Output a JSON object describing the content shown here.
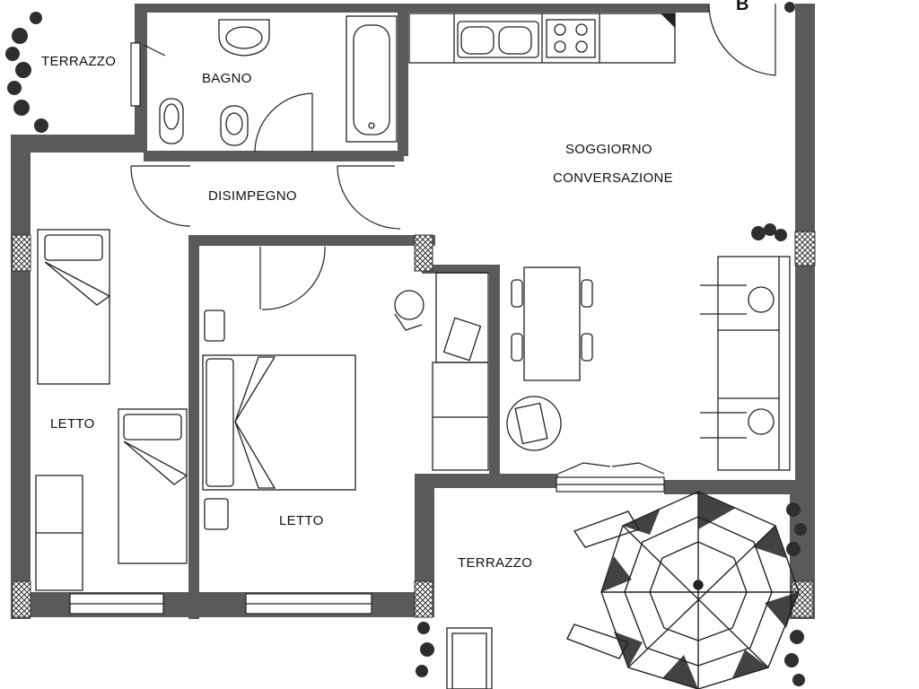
{
  "rooms": {
    "terrazzo_small": "TERRAZZO",
    "bagno": "BAGNO",
    "disimpegno": "DISIMPEGNO",
    "soggiorno_1": "SOGGIORNO",
    "soggiorno_2": "CONVERSAZIONE",
    "letto_left": "LETTO",
    "letto_center": "LETTO",
    "terrazzo_large": "TERRAZZO"
  },
  "marker": "B",
  "colors": {
    "wall": "#555555",
    "line": "#222222",
    "plant": "#2e2e2e"
  }
}
